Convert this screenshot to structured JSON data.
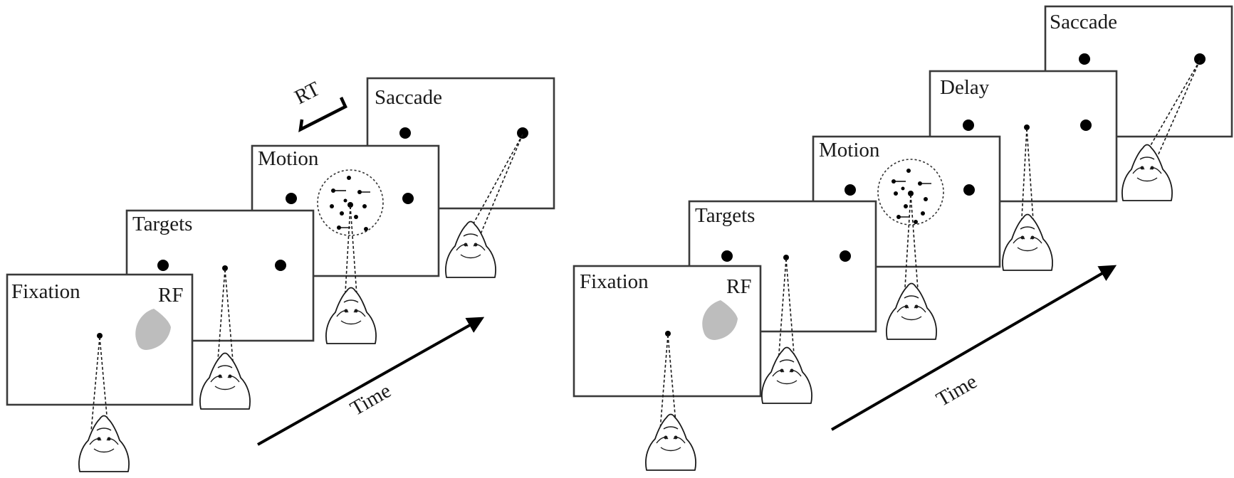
{
  "left_task": {
    "panels": {
      "fixation": "Fixation",
      "targets": "Targets",
      "motion": "Motion",
      "saccade": "Saccade"
    },
    "rf_label": "RF",
    "rt_label": "RT",
    "time_label": "Time"
  },
  "right_task": {
    "panels": {
      "fixation": "Fixation",
      "targets": "Targets",
      "motion": "Motion",
      "delay": "Delay",
      "saccade": "Saccade"
    },
    "rf_label": "RF",
    "time_label": "Time"
  },
  "colors": {
    "rf_patch": "#bdbdbd",
    "panel_border": "#3a3a3a",
    "ink": "#000000"
  },
  "icons": [
    "monkey-head-icon",
    "arrow-icon"
  ]
}
